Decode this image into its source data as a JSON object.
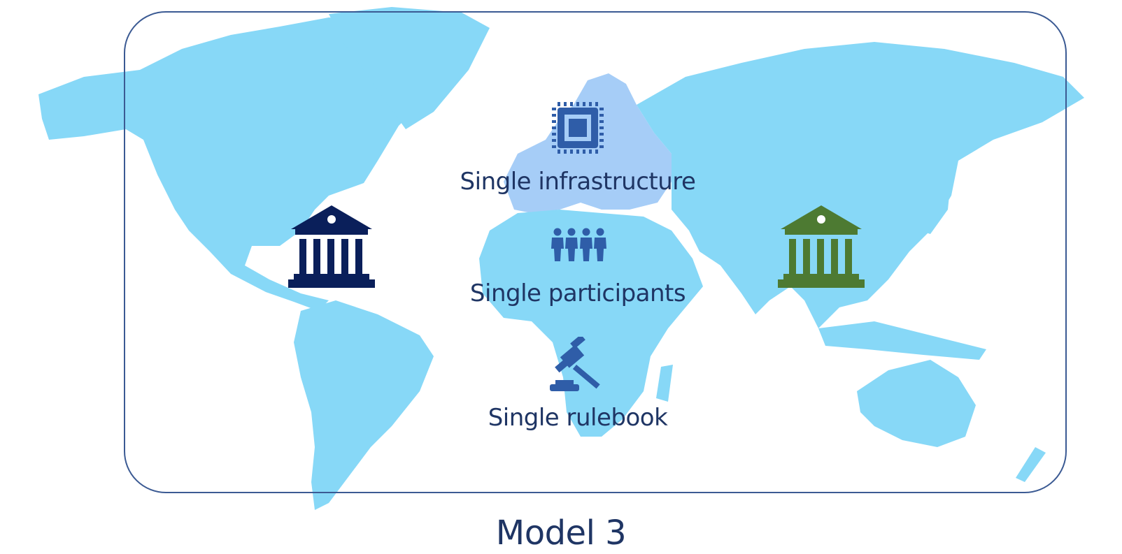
{
  "colors": {
    "land": "#87d8f7",
    "europe": "#a6cdf7",
    "frame": "#3b5a93",
    "text": "#1f3564",
    "icon_blue": "#2f5da8",
    "bank_left": "#0a1f5a",
    "bank_right": "#4d7a32"
  },
  "icons": {
    "infrastructure": "chip-icon",
    "participants": "people-group-icon",
    "rulebook": "gavel-icon",
    "left_institution": "bank-building-icon",
    "right_institution": "bank-building-icon"
  },
  "labels": {
    "infrastructure": "Single infrastructure",
    "participants": "Single participants",
    "rulebook": "Single rulebook"
  },
  "caption": "Model 3"
}
